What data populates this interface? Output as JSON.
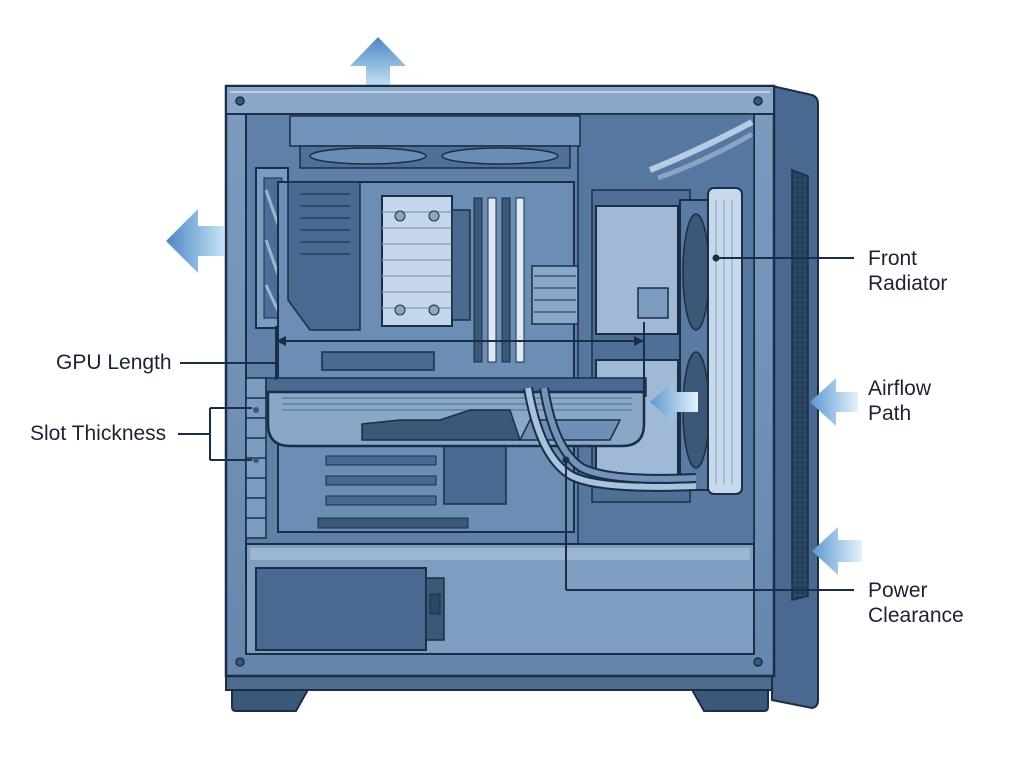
{
  "labels": {
    "gpu_length": "GPU Length",
    "slot_thickness": "Slot Thickness",
    "front_radiator": [
      "Front",
      "Radiator"
    ],
    "airflow_path": [
      "Airflow",
      "Path"
    ],
    "power_clearance": [
      "Power",
      "Clearance"
    ]
  },
  "colors": {
    "case_dark": "#3c5878",
    "case_mid": "#6e8fb4",
    "case_light": "#aac3de",
    "interior": "#5f81a8",
    "line": "#1b2e45",
    "arrow_light": "#c3e3f7",
    "arrow_dark": "#4d87c1",
    "label_text": "#1c2433"
  },
  "icons": [
    "exhaust-arrow-up-icon",
    "exhaust-arrow-left-icon",
    "intake-arrow-icon"
  ]
}
